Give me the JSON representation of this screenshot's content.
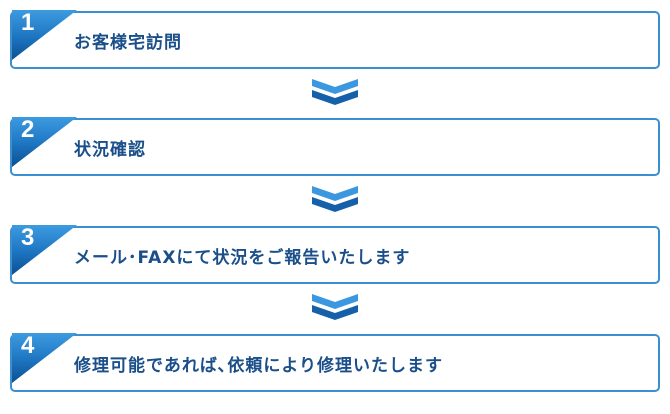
{
  "steps": [
    {
      "number": "1",
      "label": "お客様宅訪問"
    },
    {
      "number": "2",
      "label": "状況確認"
    },
    {
      "number": "3",
      "label": "メール･FAXにて状況をご報告いたします"
    },
    {
      "number": "4",
      "label": "修理可能であれば､依頼により修理いたします"
    }
  ],
  "colors": {
    "accent": "#3a8fd0",
    "text": "#1a4f8a",
    "badge_dark": "#0d5aa0"
  }
}
